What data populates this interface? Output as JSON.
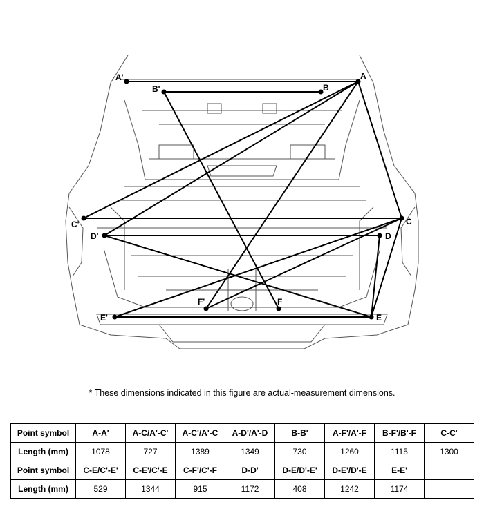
{
  "points": [
    {
      "id": "A-prime",
      "label": "A'"
    },
    {
      "id": "A",
      "label": "A"
    },
    {
      "id": "B-prime",
      "label": "B'"
    },
    {
      "id": "B",
      "label": "B"
    },
    {
      "id": "C-prime",
      "label": "C'"
    },
    {
      "id": "C",
      "label": "C"
    },
    {
      "id": "D-prime",
      "label": "D'"
    },
    {
      "id": "D",
      "label": "D"
    },
    {
      "id": "E-prime",
      "label": "E'"
    },
    {
      "id": "E",
      "label": "E"
    },
    {
      "id": "F-prime",
      "label": "F'"
    },
    {
      "id": "F",
      "label": "F"
    }
  ],
  "note": "*  These dimensions indicated in this figure are actual-measurement dimensions.",
  "table": {
    "rows": [
      {
        "header": "Point symbol",
        "cells": [
          "A-A'",
          "A-C/A'-C'",
          "A-C'/A'-C",
          "A-D'/A'-D",
          "B-B'",
          "A-F'/A'-F",
          "B-F'/B'-F",
          "C-C'"
        ]
      },
      {
        "header": "Length (mm)",
        "cells": [
          "1078",
          "727",
          "1389",
          "1349",
          "730",
          "1260",
          "1115",
          "1300"
        ]
      },
      {
        "header": "Point symbol",
        "cells": [
          "C-E/C'-E'",
          "C-E'/C'-E",
          "C-F'/C'-F",
          "D-D'",
          "D-E/D'-E'",
          "D-E'/D'-E",
          "E-E'",
          ""
        ]
      },
      {
        "header": "Length (mm)",
        "cells": [
          "529",
          "1344",
          "915",
          "1172",
          "408",
          "1242",
          "1174",
          ""
        ]
      }
    ]
  }
}
